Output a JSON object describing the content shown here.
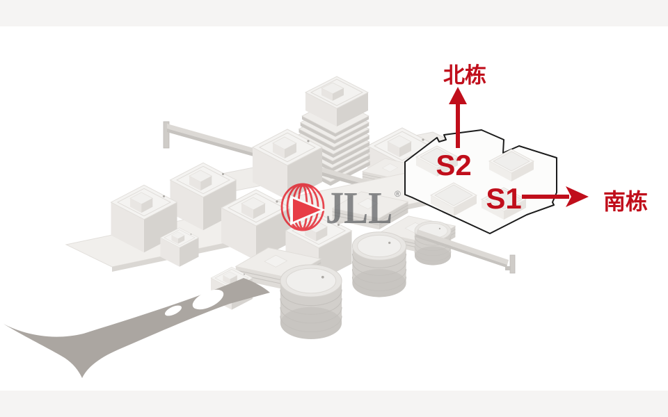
{
  "frame": {
    "background": "#ffffff",
    "letterbox_band": "#f5f4f3"
  },
  "annotations": {
    "north_building_label": "北栋",
    "south_building_label": "南栋",
    "block_s2_label": "S2",
    "block_s1_label": "S1",
    "arrow_color": "#c00e1b"
  },
  "watermark": {
    "brand_wordmark": "JLL",
    "registered_mark": "®",
    "globe_red": "#e30613",
    "wordmark_gray": "#56585c"
  },
  "palette": {
    "building_top": "#f4f3f1",
    "building_left": "#eae7e4",
    "building_right": "#d6d3cf",
    "road": "#dcd9d5",
    "landscape_ribbon": "#aba6a1",
    "highlight_outline": "#1b1b1b"
  }
}
